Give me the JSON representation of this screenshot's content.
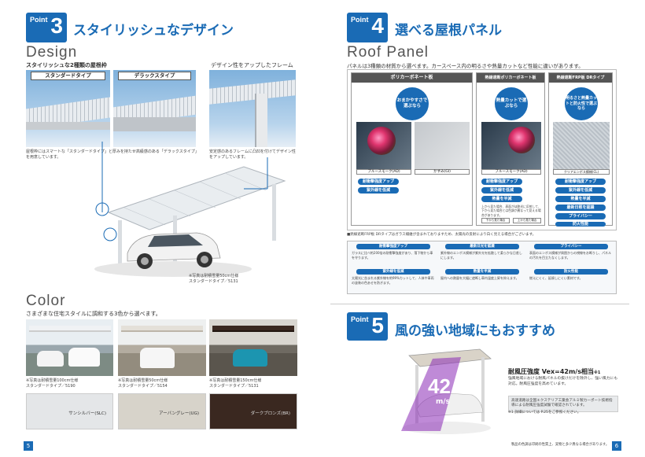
{
  "left": {
    "point_label": "Point",
    "point_number": "3",
    "title": "スタイリッシュなデザイン",
    "design_heading": "Design",
    "design_caption": "スタイリッシュな2種類の屋根枠",
    "standard_label": "スタンダードタイプ",
    "deluxe_label": "デラックスタイプ",
    "frame_caption": "デザイン性をアップしたフレーム",
    "roof_note": "屋根枠にはスマートな「スタンダードタイプ」と厚みを持たせ高級感のある「デラックスタイプ」を用意しています。",
    "frame_note": "安定感のあるフレームに凸凹を付けてデザイン性をアップしています。",
    "photo_note_1": "※写真は耐積雪量50cm仕様",
    "photo_note_2": "スタンダードタイプ／5131",
    "color_heading": "Color",
    "color_caption": "さまざまな住宅スタイルに調和する3色から選べます。",
    "photos": [
      {
        "line1": "※写真は耐積雪量100cm仕様",
        "line2": "スタンダードタイプ／5190"
      },
      {
        "line1": "※写真は耐積雪量50cm仕様",
        "line2": "スタンダードタイプ／5154"
      },
      {
        "line1": "※写真は耐積雪量150cm仕様",
        "line2": "スタンダードタイプ／5131"
      }
    ],
    "swatches": [
      {
        "name": "サンシルバー(SLC)",
        "color": "#e4e6e8"
      },
      {
        "name": "アーバングレー(UG)",
        "color": "#d7d3ca"
      },
      {
        "name": "ダークブロンズ(BR)",
        "color": "#3a2820"
      }
    ],
    "page_number": "5"
  },
  "right": {
    "point4_label": "Point",
    "point4_number": "4",
    "title4": "選べる屋根パネル",
    "roof_heading": "Roof Panel",
    "roof_caption": "パネルは3種類の材質から選べます。カースペース内の明るさや熱量カットなど性能に違いがあります。",
    "panels": [
      {
        "head": "ポリカーボネート板",
        "bubble": "おまかやすさで選ぶなら",
        "samples": [
          "ブルースモーク(AD)",
          "かすみ(GI)"
        ],
        "chips": [
          "耐衝撃強度アップ",
          "紫外線を低減"
        ]
      },
      {
        "head": "熱線遮断ポリカーボネート板",
        "bubble": "熱量カットで選ぶなら",
        "samples": [
          "ブルースモーク(AD)"
        ],
        "chips": [
          "耐衝撃強度アップ",
          "紫外線を低減",
          "熱量を半減"
        ],
        "note": "上から見た場合、表面がほ熱光に反射して、下から見た場合とは色調が異なって見える場合があります。",
        "tags": [
          "下から見た場合",
          "上から見た場合"
        ]
      },
      {
        "head": "熱線遮断FRP板 DRタイプ",
        "bubble": "明るさと熱量カットと防火性で選ぶなら",
        "samples": [
          "クリアエンボス模様(CL)"
        ],
        "chips": [
          "耐衝撃強度アップ",
          "紫外線を低減",
          "熱量を半減",
          "最新日照を認識",
          "プライバシー",
          "防火性能"
        ]
      }
    ],
    "footnote": "■熱線遮断FRP板 DRタイプはガラス繊維が含まれておりますため、太陽光の反射により白く見える場合がございます。",
    "features": [
      {
        "head": "耐衝撃強度アップ",
        "text": "ガラスに比べ約200倍の耐衝撃強度があり、落下物から車を守ります。"
      },
      {
        "head": "最新日光を認識",
        "text": "紫外線のエンボス模様が紫外光を拡散して柔らかな日差しにします。"
      },
      {
        "head": "プライバシー",
        "text": "表面のエンボス模様が周囲からの視線をお断りし、パネルの汚れを目立たなくします。"
      },
      {
        "head": "紫外線を低減",
        "text": "太陽光に含まれる紫外線を約99%カットして、人体や車両の塗装の色あせを防ぎます。"
      },
      {
        "head": "熱量を半減",
        "text": "屋内への熱量を大幅に遮断し車内温度上昇を抑えます。"
      },
      {
        "head": "防火性能",
        "text": "燃えにくく、延焼しにくい素材です。"
      }
    ],
    "point5_label": "Point",
    "point5_number": "5",
    "title5": "風の強い地域にもおすすめ",
    "wind_value": "42",
    "wind_unit": "m/s",
    "wind_heading": "耐風圧強度 Vex=42m/s相当",
    "wind_sup": "※1",
    "wind_text": "強風地域における耐風パネルの抜けだけを除外し、強い風力にも対応。耐風圧強度を高めています。",
    "wind_box": "高速道路は全国エクステリア工業会アルミ製カーポート技術指導による耐風圧強度試験で確認されています。",
    "wind_note": "※1 詳細については P.25をご参照ください。",
    "bottom_note": "製品の色調は印刷の性質上、実物と多少異なる場合があります。",
    "page_number": "6"
  }
}
